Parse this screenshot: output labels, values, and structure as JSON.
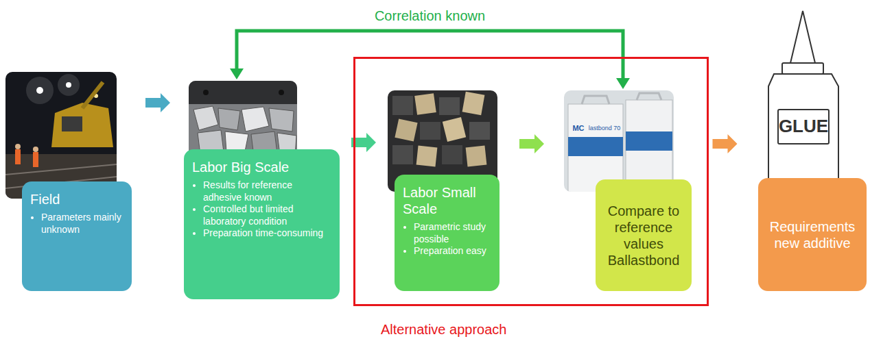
{
  "diagram": {
    "nodes": [
      {
        "text": [
          "Field",
          "Parameters mainly unknown"
        ]
      },
      {
        "text": [
          "Labor Big Scale",
          "Results for reference adhesive known",
          "Controlled but limited laboratory condition",
          "Preparation time-consuming"
        ]
      },
      {
        "text": [
          "Alternative approach"
        ]
      },
      {
        "text": [
          "Labor Small Scale",
          "Parametric study possible",
          "Preparation easy"
        ],
        "in": 2
      },
      {
        "text": [
          "Compare to reference values Ballastbond"
        ],
        "in": 2
      },
      {
        "text": [
          "Requirements new additive"
        ]
      }
    ],
    "edges": [
      {
        "from": 0,
        "to": 1,
        "arrow": "to"
      },
      {
        "from": 1,
        "to": 3,
        "arrow": "to"
      },
      {
        "from": 3,
        "to": 4,
        "arrow": "to"
      },
      {
        "from": 4,
        "to": 5,
        "arrow": "to"
      },
      {
        "from": 1,
        "to": 4,
        "arrow": "both",
        "label": "Correlation known"
      }
    ],
    "labels": [
      "GLUE",
      "MC",
      "lastbond 70"
    ]
  }
}
